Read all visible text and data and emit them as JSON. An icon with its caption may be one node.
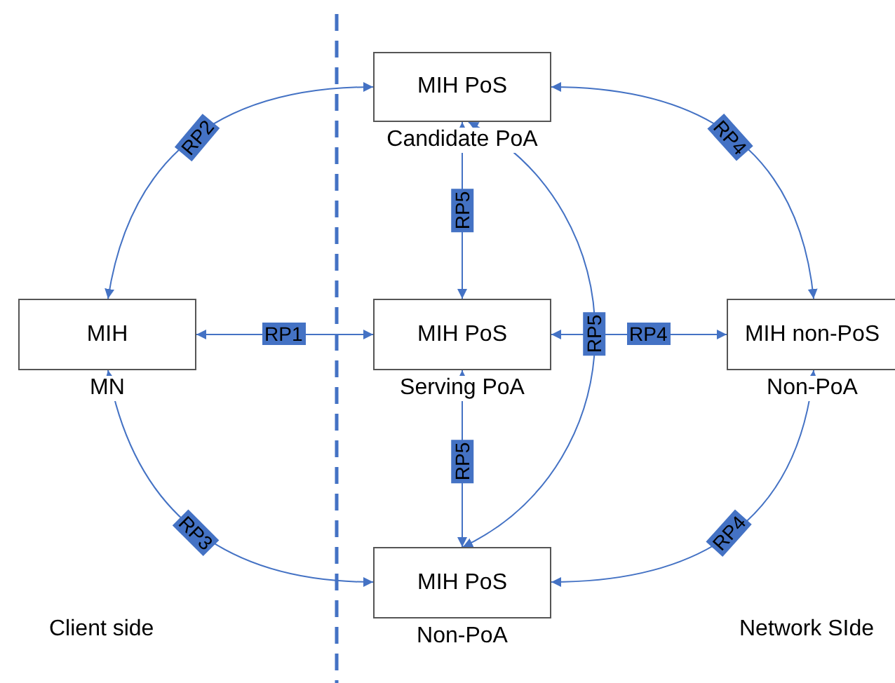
{
  "diagram": {
    "nodes": [
      {
        "text": [
          "MIH PoS"
        ],
        "beside": [
          "Candidate PoA"
        ]
      },
      {
        "text": [
          "MIH"
        ],
        "beside": [
          "MN"
        ]
      },
      {
        "text": [
          "MIH PoS"
        ],
        "beside": [
          "Serving PoA"
        ]
      },
      {
        "text": [
          "MIH non-PoS"
        ],
        "beside": [
          "Non-PoA"
        ]
      },
      {
        "text": [
          "MIH PoS"
        ],
        "beside": [
          "Non-PoA"
        ]
      }
    ],
    "edges": [
      {
        "from": 0,
        "to": 1,
        "arrow": "both",
        "label": "RP2"
      },
      {
        "from": 0,
        "to": 3,
        "arrow": "both",
        "label": "RP4"
      },
      {
        "from": 0,
        "to": 2,
        "arrow": "both",
        "label": "RP5"
      },
      {
        "from": 1,
        "to": 2,
        "arrow": "both",
        "label": "RP1"
      },
      {
        "from": 2,
        "to": 3,
        "arrow": "both",
        "label": "RP4"
      },
      {
        "from": 2,
        "to": 4,
        "arrow": "both",
        "label": "RP5"
      },
      {
        "from": 1,
        "to": 4,
        "arrow": "both",
        "label": "RP3"
      },
      {
        "from": 3,
        "to": 4,
        "arrow": "both",
        "label": "RP4"
      },
      {
        "from": 0,
        "to": 4,
        "arrow": "both",
        "label": "RP5"
      }
    ],
    "labels": [
      "Client side",
      "Network SIde"
    ]
  }
}
